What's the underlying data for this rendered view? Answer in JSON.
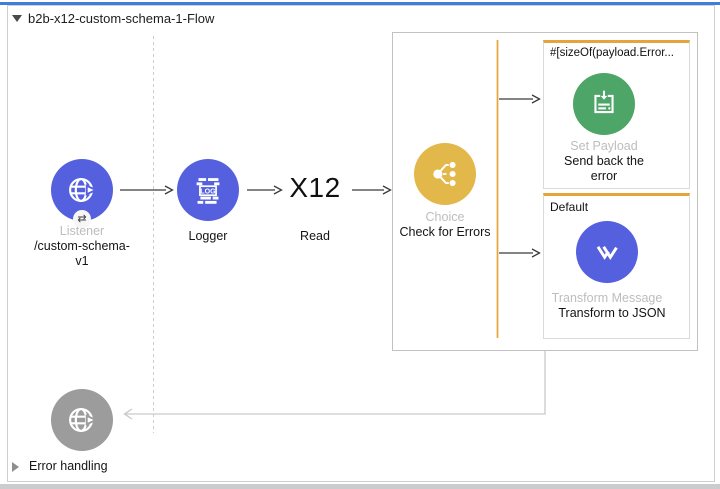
{
  "colors": {
    "selection_blue": "#3D7EDB",
    "node_blue": "#5560DF",
    "choice_gold": "#E3B84B",
    "payload_green": "#4DA567",
    "gray_node": "#9C9C9C",
    "scope_orange": "#E8A33D",
    "connector_dark": "#3A3A3A",
    "connector_light": "#C9C9C9"
  },
  "flow": {
    "title": "b2b-x12-custom-schema-1-Flow"
  },
  "nodes": {
    "listener": {
      "type": "Listener",
      "name": "/custom-schema-v1",
      "badge_glyph": "⇄"
    },
    "logger": {
      "name": "Logger",
      "icon_text": "LOG"
    },
    "x12_read": {
      "symbol": "X12",
      "name": "Read"
    },
    "choice": {
      "type": "Choice",
      "name": "Check for Errors"
    },
    "set_payload": {
      "type": "Set Payload",
      "name": "Send back the error"
    },
    "transform_message": {
      "type": "Transform Message",
      "name": "Transform to JSON"
    }
  },
  "choice_scope": {
    "when_condition": "#[sizeOf(payload.Error...",
    "default_label": "Default"
  },
  "error_handling": {
    "label": "Error handling"
  }
}
